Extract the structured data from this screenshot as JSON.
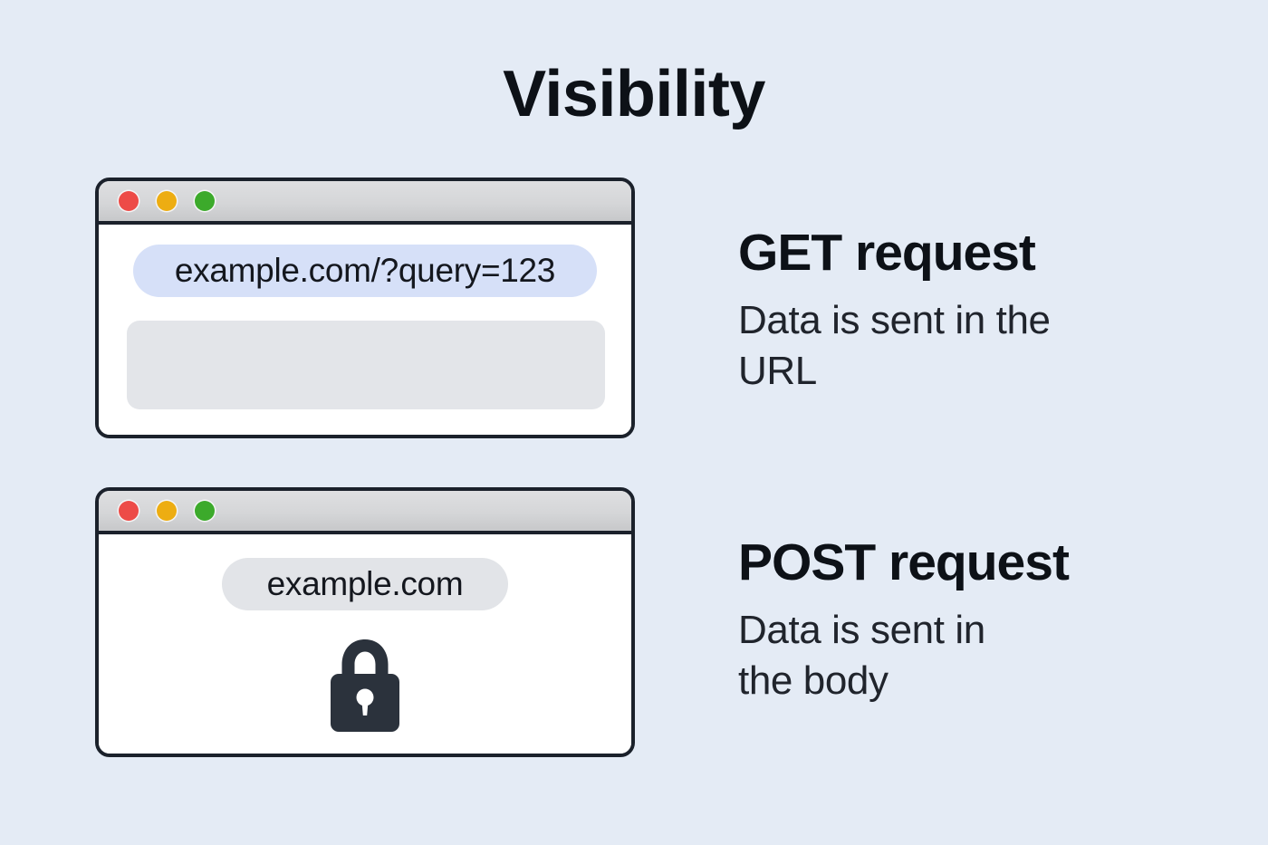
{
  "page": {
    "title": "Visibility",
    "background_color": "#E4EBF5",
    "text_color": "#0D1117"
  },
  "windows": [
    {
      "id": "get-window",
      "traffic_lights": [
        {
          "name": "close",
          "color": "#ED4B47"
        },
        {
          "name": "minimize",
          "color": "#EDAD12"
        },
        {
          "name": "maximize",
          "color": "#3CAA2B"
        }
      ],
      "url_value": "example.com/?query=123",
      "url_pill_color": "#D6E0F8",
      "has_body_placeholder": true,
      "body_placeholder_color": "#E3E5E9",
      "has_lock": false
    },
    {
      "id": "post-window",
      "traffic_lights": [
        {
          "name": "close",
          "color": "#ED4B47"
        },
        {
          "name": "minimize",
          "color": "#EDAD12"
        },
        {
          "name": "maximize",
          "color": "#3CAA2B"
        }
      ],
      "url_value": "example.com",
      "url_pill_color": "#E2E4E8",
      "has_body_placeholder": false,
      "has_lock": true,
      "lock_icon_color": "#2B323C",
      "lock_icon_name": "lock-icon"
    }
  ],
  "info_blocks": [
    {
      "id": "get-info",
      "heading": "GET request",
      "body_line_1": "Data is sent in the",
      "body_line_2": "URL"
    },
    {
      "id": "post-info",
      "heading": "POST request",
      "body_line_1": "Data is sent in",
      "body_line_2": "the body"
    }
  ]
}
